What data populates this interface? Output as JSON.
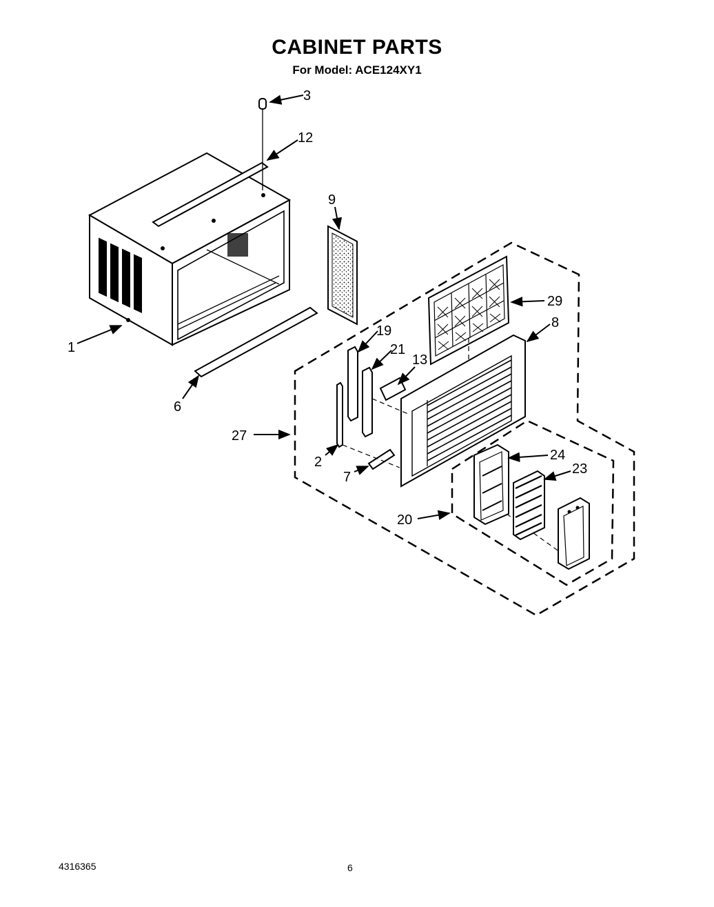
{
  "title": "CABINET PARTS",
  "subtitle": "For Model: ACE124XY1",
  "footer": {
    "part_number": "4316365",
    "page": "6"
  },
  "callouts": [
    "1",
    "2",
    "3",
    "6",
    "7",
    "8",
    "9",
    "12",
    "13",
    "19",
    "20",
    "21",
    "23",
    "24",
    "27",
    "29"
  ]
}
